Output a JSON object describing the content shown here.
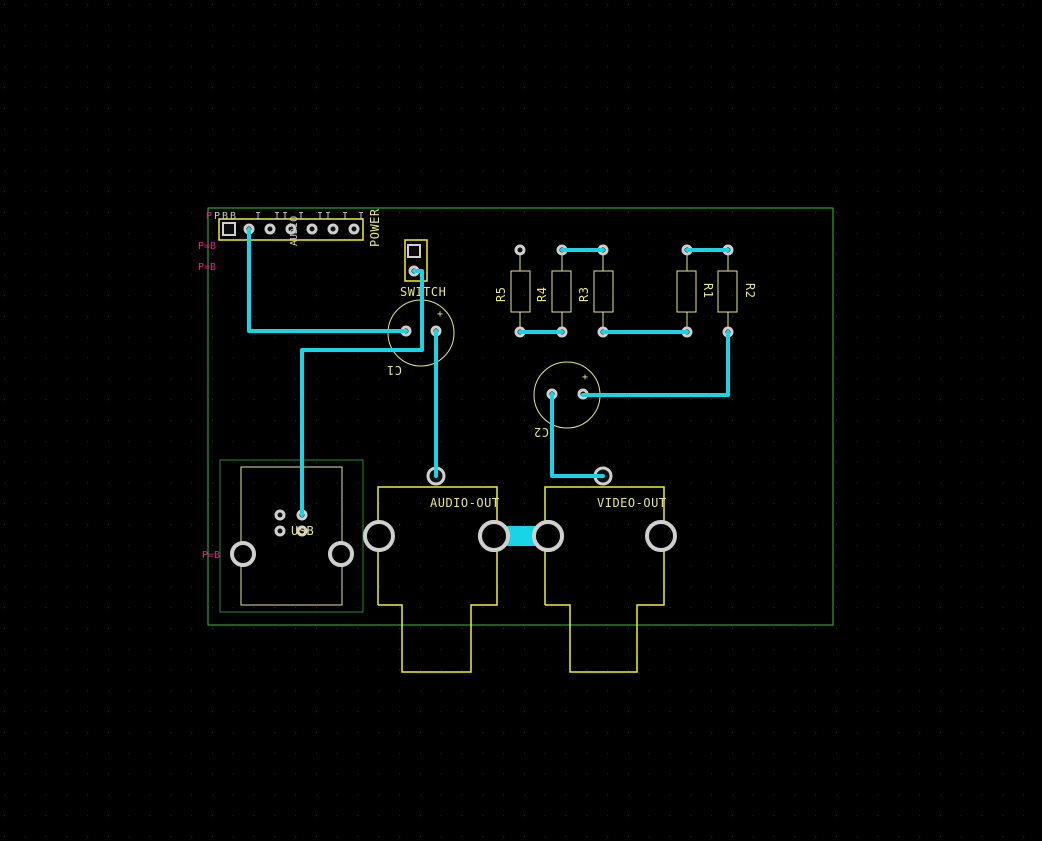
{
  "colors": {
    "background": "#000000",
    "grid_dot": "#3a3a3a",
    "board_outline": "#34c23a",
    "silkscreen": "#f2ee2a",
    "trace": "#19d3e6",
    "pad_ring": "#cfcfcf",
    "marker": "#e0208c"
  },
  "header": {
    "pin_labels": [
      "P",
      "P",
      "B",
      "B",
      "I",
      "I",
      "I",
      "I",
      "I",
      "I",
      "I",
      "I"
    ],
    "marker_labels": [
      "P=B",
      "P=B"
    ],
    "audio_label": "AUDIO",
    "power_label": "POWER"
  },
  "components": {
    "switch": "SWITCH",
    "c1": "C1",
    "c1_plus": "+",
    "c2": "C2",
    "c2_plus": "+",
    "r1": "R1",
    "r2": "R2",
    "r3": "R3",
    "r4": "R4",
    "r5": "R5",
    "usb": "USB",
    "usb_marker": "P=B",
    "audio_out": "AUDIO-OUT",
    "video_out": "VIDEO-OUT"
  }
}
